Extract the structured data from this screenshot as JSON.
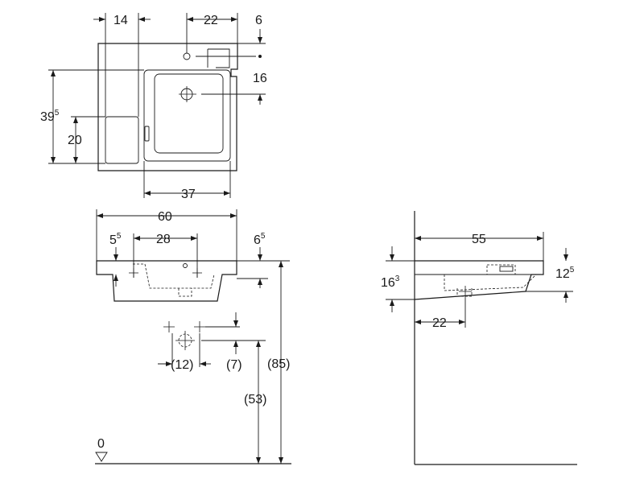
{
  "labels": {
    "top_w14": "14",
    "top_w22": "22",
    "top_d6": "6",
    "top_d16": "16",
    "top_h39_base": "39",
    "top_h39_sup": "5",
    "top_h20": "20",
    "top_w37": "37",
    "front_w60": "60",
    "front_w5_base": "5",
    "front_w5_sup": "5",
    "front_w28": "28",
    "front_h6_base": "6",
    "front_h6_sup": "5",
    "front_w12": "(12)",
    "front_h7": "(7)",
    "front_h85": "(85)",
    "front_h53": "(53)",
    "floor_zero": "0",
    "side_w55": "55",
    "side_h16_base": "16",
    "side_h16_sup": "3",
    "side_h12_base": "12",
    "side_h12_sup": "5",
    "side_w22": "22"
  }
}
